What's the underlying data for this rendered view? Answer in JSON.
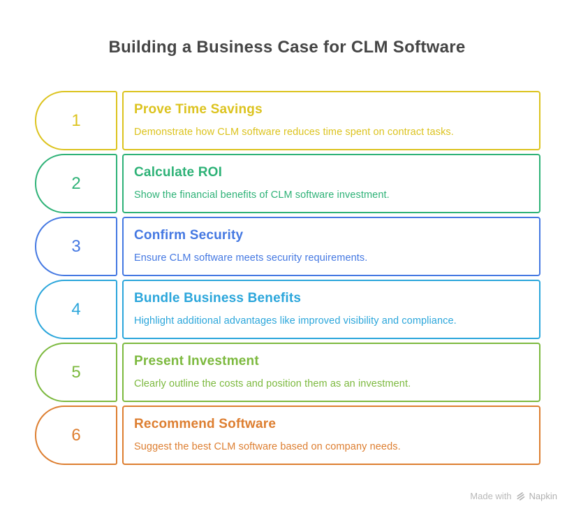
{
  "header": {
    "title": "Building a Business Case for CLM Software"
  },
  "theme": {
    "background": "#FFFFFF",
    "title_color": "#454545",
    "watermark_color": "#B8B8B8"
  },
  "steps": [
    {
      "number": "1",
      "title": "Prove Time Savings",
      "description": "Demonstrate how CLM software reduces time spent on contract tasks.",
      "color": "#DCC31E"
    },
    {
      "number": "2",
      "title": "Calculate ROI",
      "description": "Show the financial benefits of CLM software investment.",
      "color": "#2EB277"
    },
    {
      "number": "3",
      "title": "Confirm Security",
      "description": "Ensure CLM software meets security requirements.",
      "color": "#4478E2"
    },
    {
      "number": "4",
      "title": "Bundle Business Benefits",
      "description": "Highlight additional advantages like improved visibility and compliance.",
      "color": "#2BA6DB"
    },
    {
      "number": "5",
      "title": "Present Investment",
      "description": "Clearly outline the costs and position them as an investment.",
      "color": "#7CB93E"
    },
    {
      "number": "6",
      "title": "Recommend Software",
      "description": "Suggest the best CLM software based on company needs.",
      "color": "#DD7E30"
    }
  ],
  "footer": {
    "made_with": "Made with",
    "brand": "Napkin",
    "logo_icon": "napkin-logo-icon"
  }
}
